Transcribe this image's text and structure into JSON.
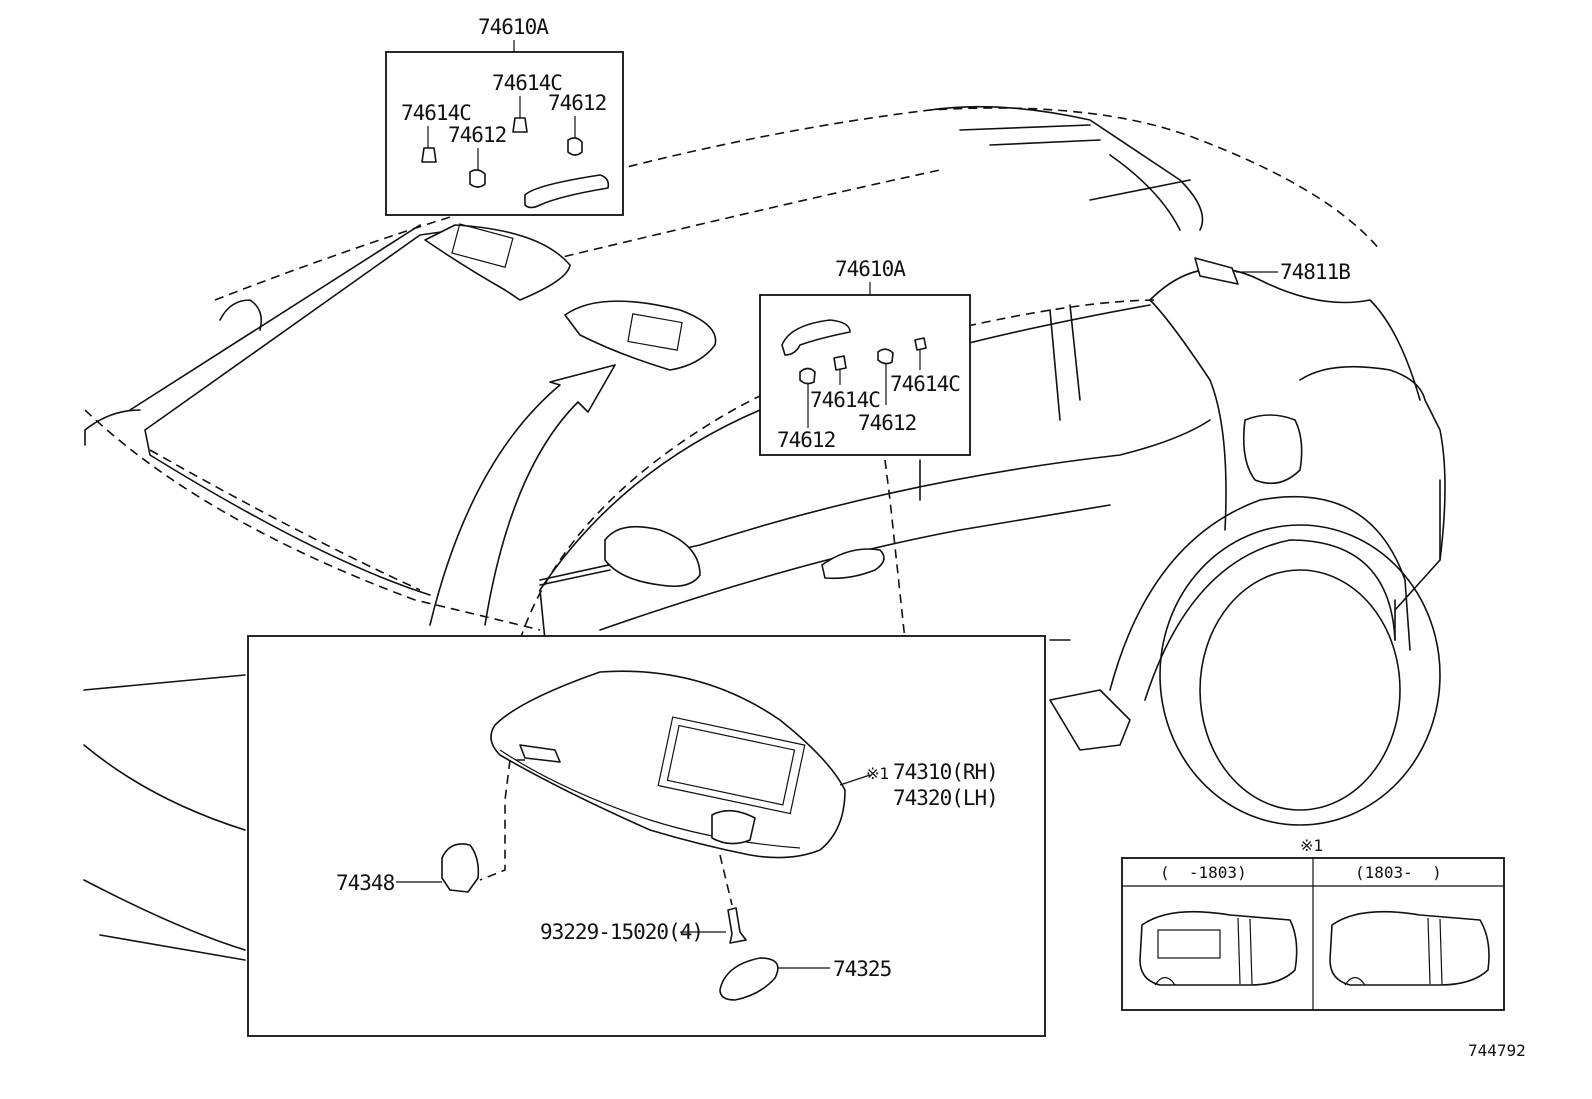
{
  "callouts": {
    "top_group": "74610A",
    "top_clip_left": "74614C",
    "top_clip_mid": "74614C",
    "top_cap_left": "74612",
    "top_cap_right": "74612",
    "mid_group": "74610A",
    "mid_clip_left": "74614C",
    "mid_clip_right": "74614C",
    "mid_cap_left": "74612",
    "mid_cap_right": "74612",
    "rear_lamp": "74811B",
    "visor_mark": "※1",
    "visor_rh": "74310(RH)",
    "visor_lh": "74320(LH)",
    "holder": "74348",
    "screw": "93229-15020(4)",
    "cover": "74325"
  },
  "variant_table": {
    "mark": "※1",
    "col1": "(  -1803)",
    "col2": "(1803-  )"
  },
  "figure_id": "744792"
}
